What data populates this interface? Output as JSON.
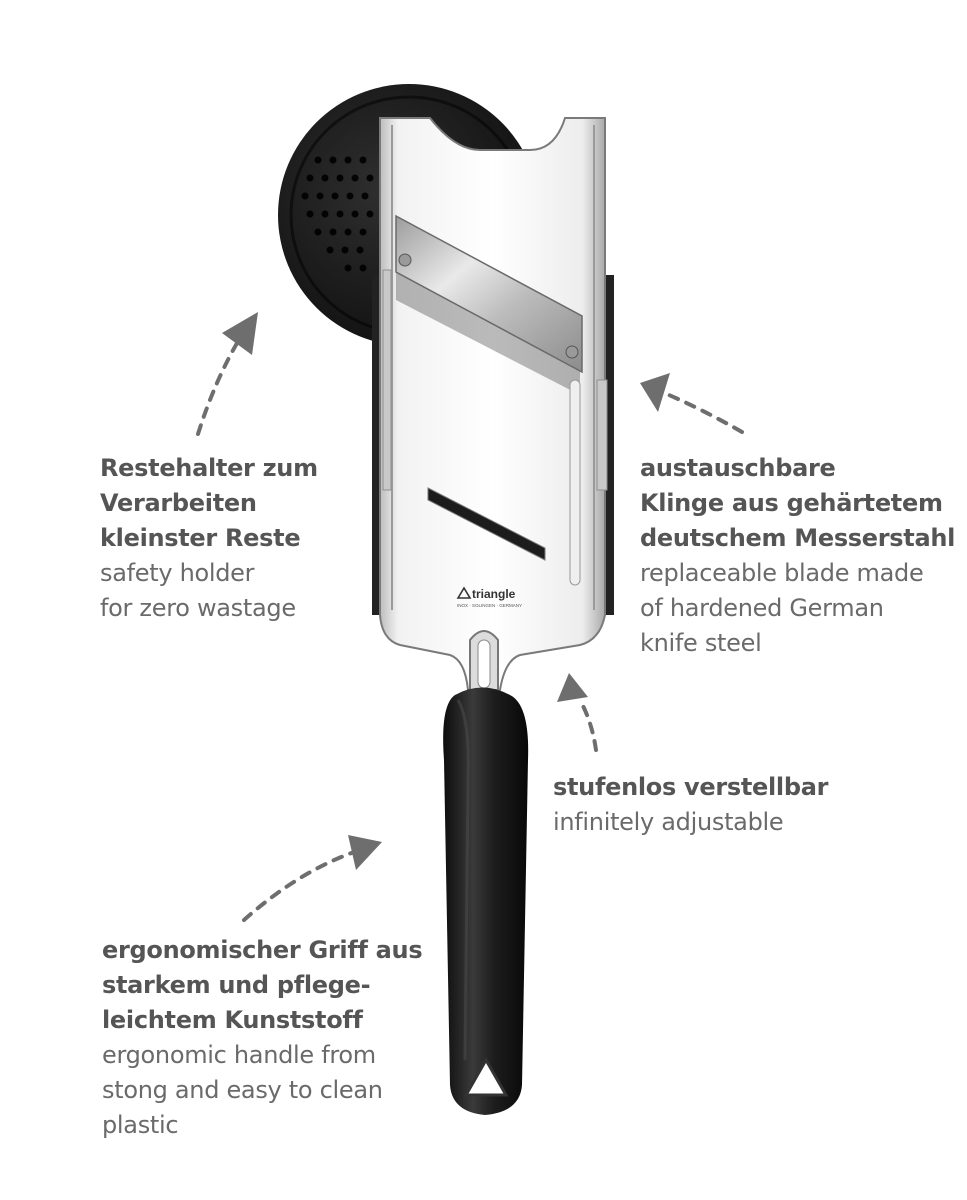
{
  "product": {
    "brand_logo_text": "triangle",
    "brand_logo_subtext": "INOX · SOLINGEN · GERMANY",
    "colors": {
      "steel_light": "#f4f4f4",
      "steel_dark": "#8a8a8a",
      "plastic_black": "#1e1e1e",
      "text_gray": "#555555",
      "arrow_gray": "#6e6e6e"
    }
  },
  "callouts": {
    "holder": {
      "de": [
        "Restehalter zum",
        "Verarbeiten",
        "kleinster Reste"
      ],
      "en": [
        "safety holder",
        "for zero wastage"
      ]
    },
    "blade": {
      "de": [
        "austauschbare",
        "Klinge aus gehärtetem",
        "deutschem Messerstahl"
      ],
      "en": [
        "replaceable blade made",
        "of hardened German",
        "knife steel"
      ]
    },
    "adjust": {
      "de": [
        "stufenlos verstellbar"
      ],
      "en": [
        "infinitely adjustable"
      ]
    },
    "handle": {
      "de": [
        "ergonomischer Griff aus",
        "starkem und pflege-",
        "leichtem Kunststoff"
      ],
      "en": [
        "ergonomic handle from",
        "stong and easy to clean",
        "plastic"
      ]
    }
  }
}
